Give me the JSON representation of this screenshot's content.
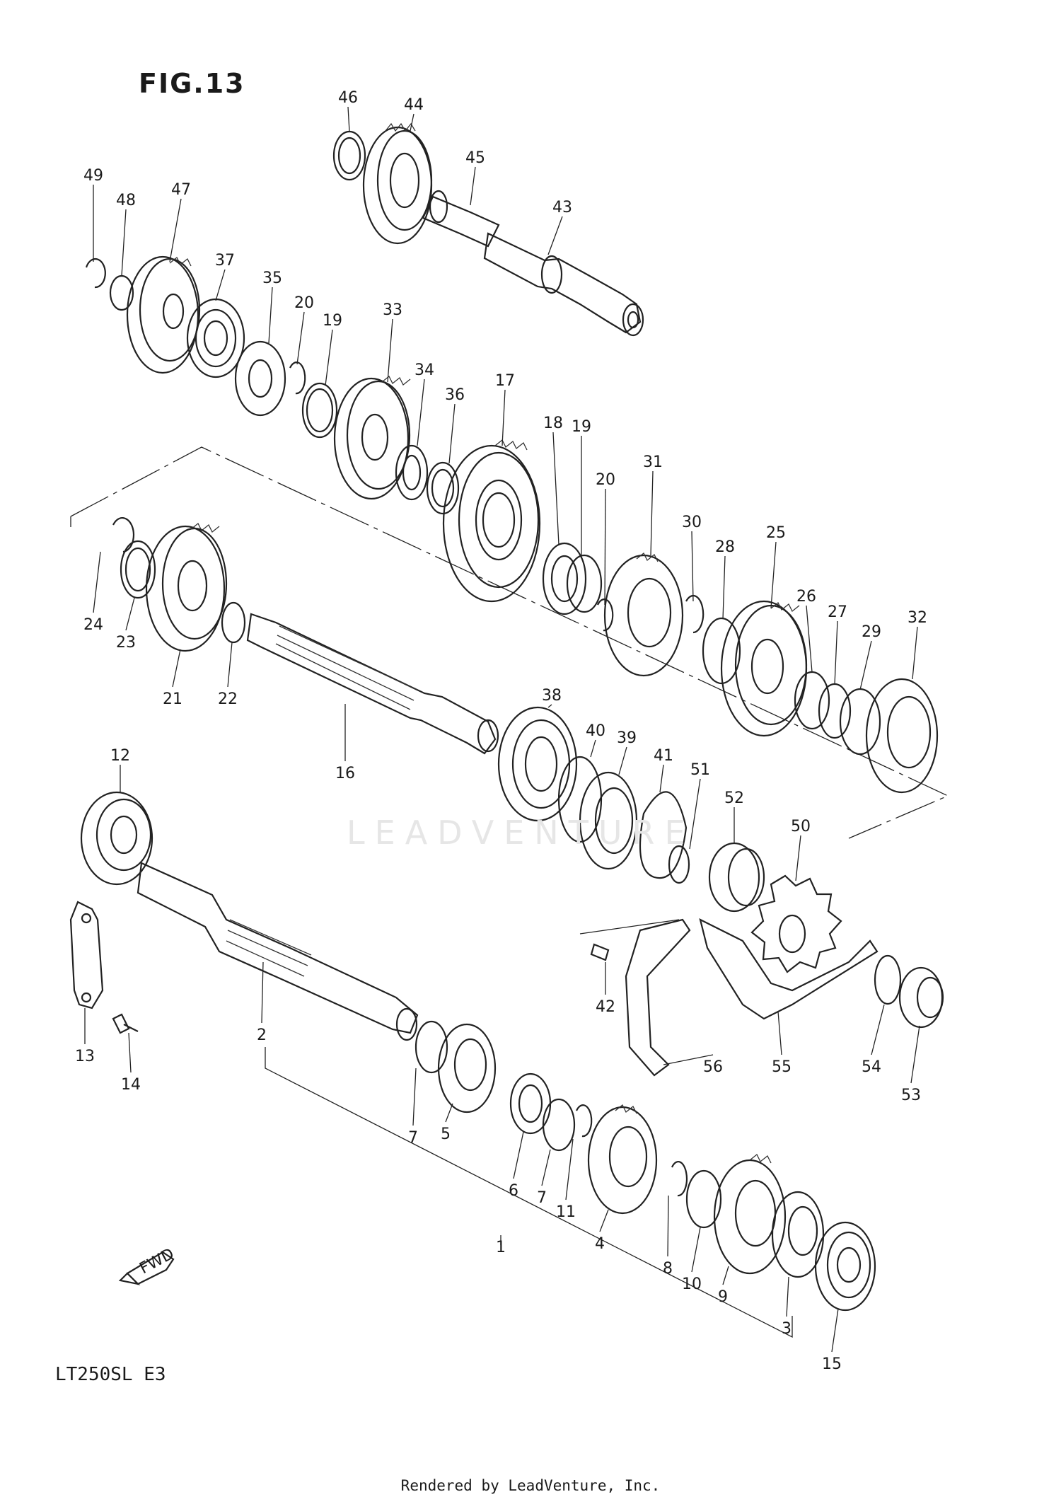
{
  "figure": {
    "title": "FIG.13",
    "model": "LT250SL E3"
  },
  "watermark": "LEADVENTURE",
  "footer": "Rendered by LeadVenture, Inc.",
  "direction_badge": "FWD",
  "callouts": [
    {
      "part": "46"
    },
    {
      "part": "44"
    },
    {
      "part": "45"
    },
    {
      "part": "43"
    },
    {
      "part": "49"
    },
    {
      "part": "48"
    },
    {
      "part": "47"
    },
    {
      "part": "37"
    },
    {
      "part": "35"
    },
    {
      "part": "20"
    },
    {
      "part": "19"
    },
    {
      "part": "33"
    },
    {
      "part": "34"
    },
    {
      "part": "36"
    },
    {
      "part": "17"
    },
    {
      "part": "18"
    },
    {
      "part": "19"
    },
    {
      "part": "20"
    },
    {
      "part": "31"
    },
    {
      "part": "30"
    },
    {
      "part": "28"
    },
    {
      "part": "25"
    },
    {
      "part": "26"
    },
    {
      "part": "27"
    },
    {
      "part": "29"
    },
    {
      "part": "32"
    },
    {
      "part": "24"
    },
    {
      "part": "23"
    },
    {
      "part": "21"
    },
    {
      "part": "22"
    },
    {
      "part": "16"
    },
    {
      "part": "38"
    },
    {
      "part": "40"
    },
    {
      "part": "39"
    },
    {
      "part": "41"
    },
    {
      "part": "51"
    },
    {
      "part": "52"
    },
    {
      "part": "50"
    },
    {
      "part": "12"
    },
    {
      "part": "13"
    },
    {
      "part": "14"
    },
    {
      "part": "2"
    },
    {
      "part": "42"
    },
    {
      "part": "56"
    },
    {
      "part": "55"
    },
    {
      "part": "54"
    },
    {
      "part": "53"
    },
    {
      "part": "7"
    },
    {
      "part": "5"
    },
    {
      "part": "6"
    },
    {
      "part": "7"
    },
    {
      "part": "11"
    },
    {
      "part": "4"
    },
    {
      "part": "8"
    },
    {
      "part": "10"
    },
    {
      "part": "9"
    },
    {
      "part": "1"
    },
    {
      "part": "3"
    },
    {
      "part": "15"
    }
  ]
}
